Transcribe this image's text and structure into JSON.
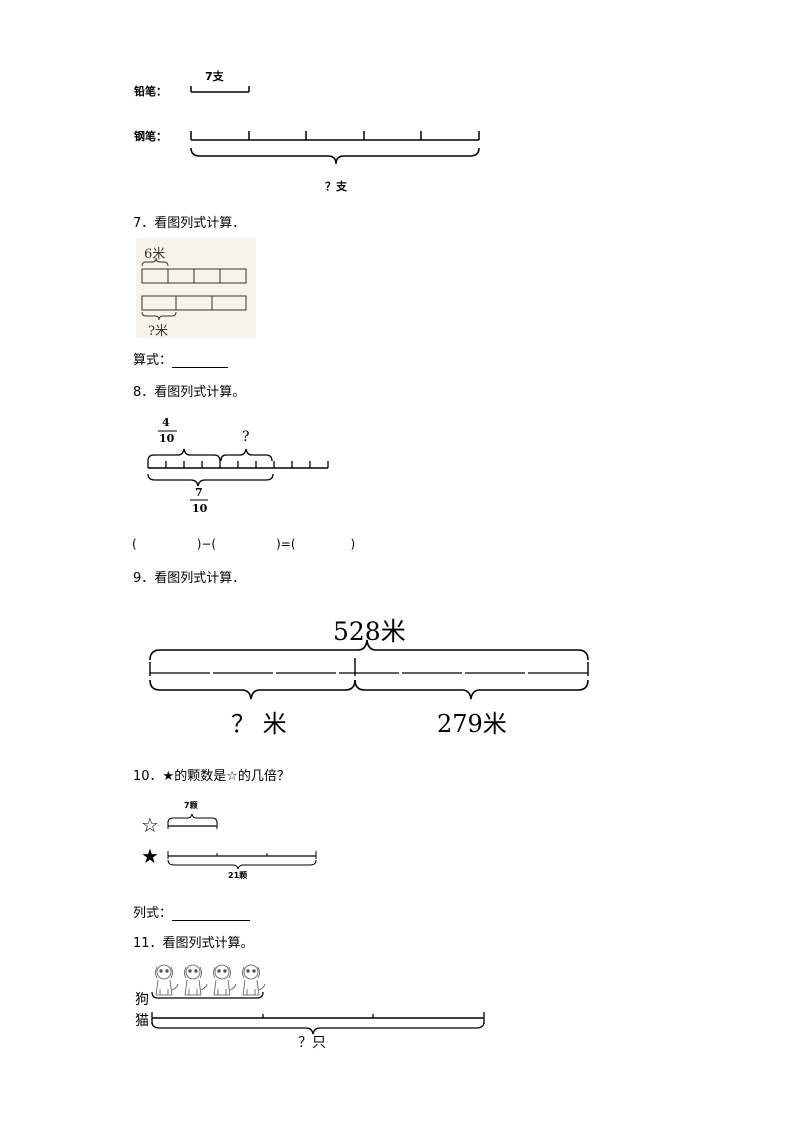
{
  "top_figure": {
    "pencil_label": "铅笔：",
    "pencil_value": "7支",
    "pen_label": "钢笔：",
    "pen_value": "？支"
  },
  "q7": {
    "title": "7．看图列式计算．",
    "top_label": "6米",
    "bottom_label": "?米",
    "formula_label": "算式："
  },
  "q8": {
    "title": "8．看图列式计算。",
    "frac1_num": "4",
    "frac1_den": "10",
    "question": "?",
    "frac2_num": "7",
    "frac2_den": "10",
    "equation_parts": [
      "(",
      ")−(",
      ")=(",
      ")"
    ]
  },
  "q9": {
    "title": "9．看图列式计算．",
    "total": "528米",
    "unknown": "？ 米",
    "known": "279米"
  },
  "q10": {
    "title": "10．★的颗数是☆的几倍？",
    "small_value": "7颗",
    "big_value": "21颗",
    "white_star": "☆",
    "black_star": "★",
    "formula_label": "列式："
  },
  "q11": {
    "title": "11．看图列式计算。",
    "dog_label": "狗",
    "cat_label": "猫",
    "unknown": "？只"
  }
}
